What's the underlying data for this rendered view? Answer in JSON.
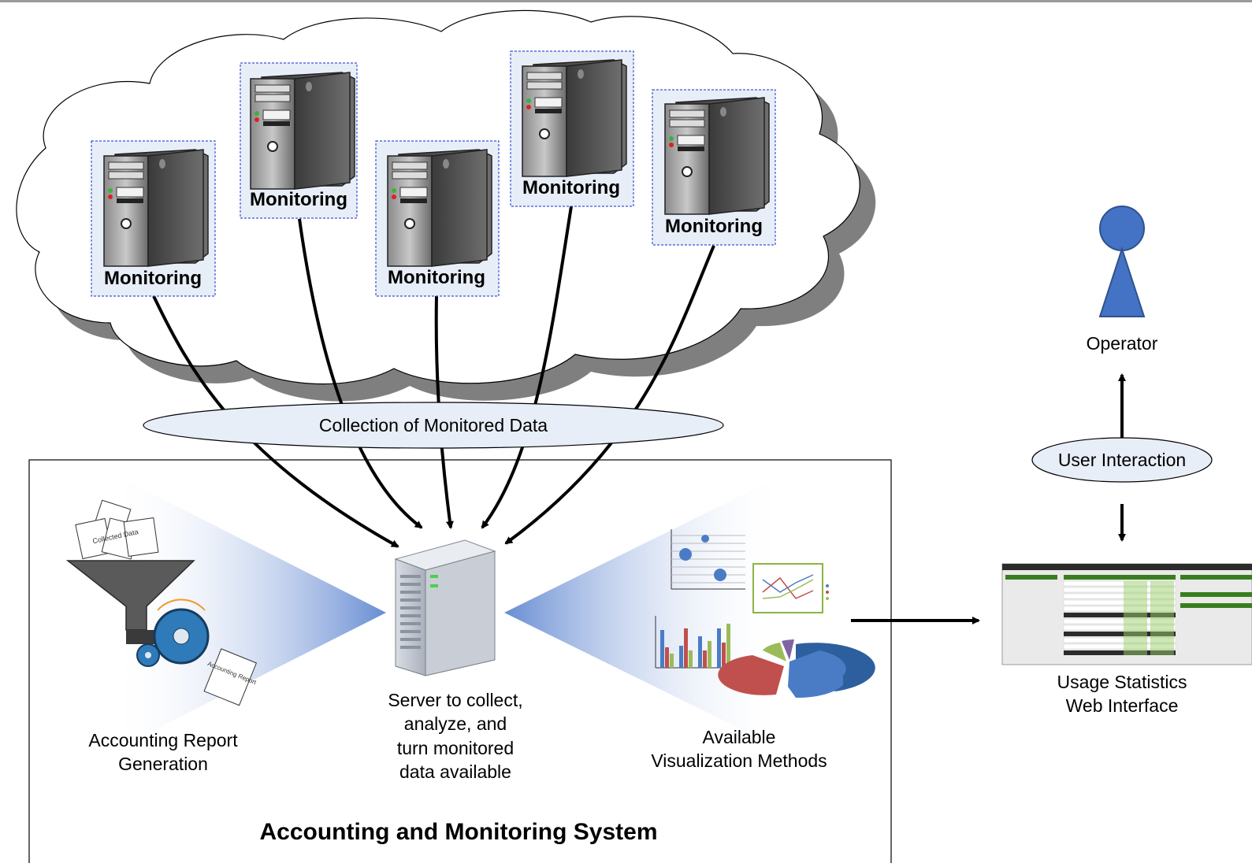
{
  "monitoring_nodes": [
    {
      "label": "Monitoring"
    },
    {
      "label": "Monitoring"
    },
    {
      "label": "Monitoring"
    },
    {
      "label": "Monitoring"
    },
    {
      "label": "Monitoring"
    }
  ],
  "collection_label": "Collection of Monitored Data",
  "system": {
    "title": "Accounting and Monitoring System",
    "report": {
      "line1": "Accounting Report",
      "line2": "Generation",
      "doc_label": "Collected Data",
      "report_doc_label": "Accounting Report"
    },
    "server": {
      "line1": "Server to collect,",
      "line2": "analyze, and",
      "line3": "turn monitored",
      "line4": "data available"
    },
    "visualization": {
      "line1": "Available",
      "line2": "Visualization Methods"
    }
  },
  "web_interface": {
    "line1": "Usage Statistics",
    "line2": "Web Interface"
  },
  "user_interaction_label": "User Interaction",
  "operator_label": "Operator",
  "colors": {
    "accent_blue": "#4472c4",
    "node_fill": "#e8eef7",
    "ellipse_fill": "#e8eef7",
    "web_green": "#3a7d1e"
  },
  "icons": {
    "node": "desktop-tower-icon",
    "server": "rack-server-icon",
    "funnel": "funnel-gears-icon",
    "operator": "person-icon"
  }
}
